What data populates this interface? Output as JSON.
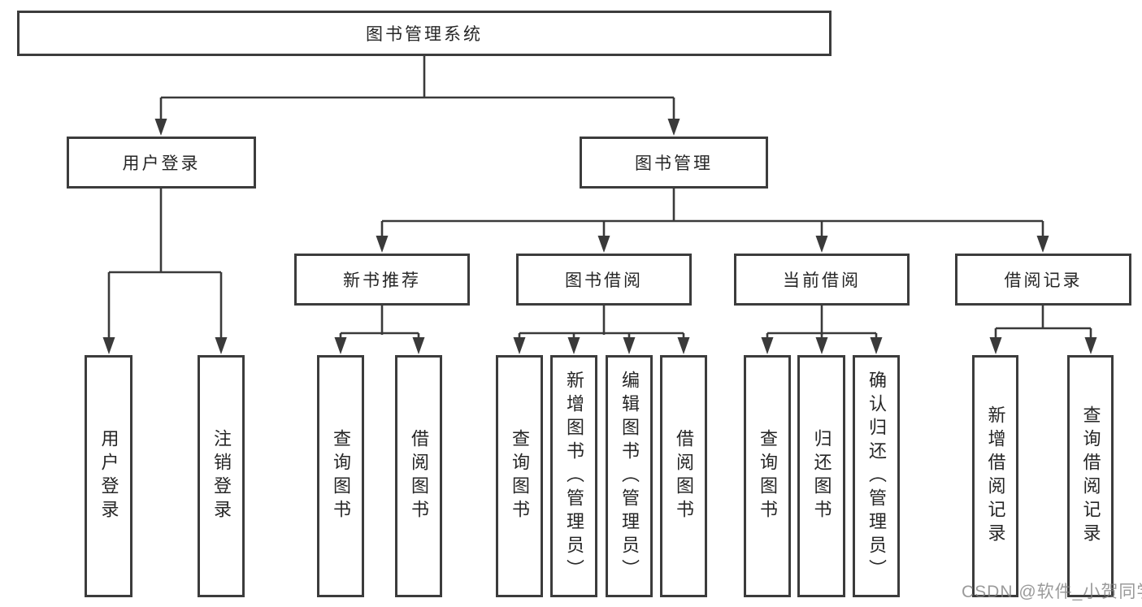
{
  "diagram": {
    "type": "hierarchy-tree",
    "levels": 4,
    "watermark": "CSDN @软件_小贺同学"
  },
  "colors": {
    "background": "#ffffff",
    "box_border": "#3c3c3c",
    "connector": "#3a3a3a",
    "text": "#262626",
    "watermark_text": "#7d7d7d"
  },
  "nodes": {
    "root": {
      "label": "图书管理系统"
    },
    "login": {
      "label": "用户登录"
    },
    "book_mgmt": {
      "label": "图书管理"
    },
    "new_book_rec": {
      "label": "新书推荐"
    },
    "book_borrow": {
      "label": "图书借阅"
    },
    "current_borrow": {
      "label": "当前借阅"
    },
    "borrow_records": {
      "label": "借阅记录"
    },
    "user_login_leaf": {
      "label": "用户登录"
    },
    "logout_leaf": {
      "label": "注销登录"
    },
    "query_book_1": {
      "label": "查询图书"
    },
    "borrow_book_1": {
      "label": "借阅图书"
    },
    "query_book_2": {
      "label": "查询图书"
    },
    "add_book": {
      "label": "新增图书（管理员）"
    },
    "edit_book": {
      "label": "编辑图书（管理员）"
    },
    "borrow_book_2": {
      "label": "借阅图书"
    },
    "query_book_3": {
      "label": "查询图书"
    },
    "return_book": {
      "label": "归还图书"
    },
    "confirm_return": {
      "label": "确认归还（管理员）"
    },
    "add_borrow_record": {
      "label": "新增借阅记录"
    },
    "query_borrow_record": {
      "label": "查询借阅记录"
    }
  }
}
